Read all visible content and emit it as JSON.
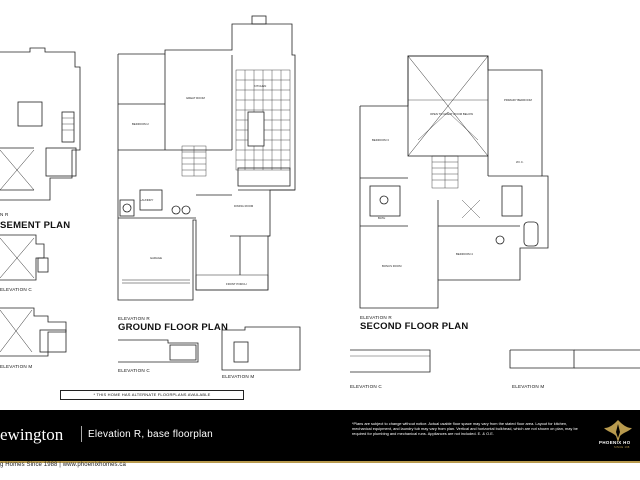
{
  "plans": {
    "basement_title": "SEMENT PLAN",
    "basement_elev": "N R",
    "ground_title": "GROUND FLOOR PLAN",
    "ground_elev": "ELEVATION R",
    "second_title": "SECOND FLOOR PLAN",
    "second_elev": "ELEVATION R"
  },
  "elevations": {
    "left_c": "ELEVATION C",
    "left_m": "ELEVATION M",
    "ground_c": "ELEVATION C",
    "ground_m": "ELEVATION M",
    "second_c": "ELEVATION C",
    "second_m": "ELEVATION M"
  },
  "note": "* THIS HOME HAS ALTERNATE FLOORPLANS AVAILABLE",
  "rooms": {
    "great_room": "GREAT ROOM",
    "dining_room": "DINING ROOM",
    "garage": "GARAGE",
    "front_porch": "FRONT PORCH",
    "kitchen": "KITCHEN",
    "laundry": "LAUNDRY",
    "bedroom2": "BEDROOM 2",
    "bedroom3": "BEDROOM 3",
    "bedroom4": "BEDROOM 4",
    "primary": "PRIMARY BEDROOM",
    "bonus": "BONUS ROOM",
    "open_to_below": "OPEN TO GREAT ROOM BELOW",
    "bath": "BATH",
    "wic": "W.I.C."
  },
  "footer": {
    "model": "ewington",
    "subtitle": "Elevation R, base floorplan",
    "disclaimer": "*Plans are subject to change without notice. Actual usable floor space may vary from the stated floor area. Layout for kitchen, mechanical equipment, and laundry tub may vary from plan. Vertical and horizontal bulkhead, which are not shown on plan, may be required for plumbing and mechanical runs. Appliances are not included. E. & O.E.",
    "footline": "g Homes Since 1988 | www.phoenixhomes.ca",
    "logo": "PHOENIX HO",
    "logo_tag": "SINCE 198"
  },
  "colors": {
    "bar": "#000000",
    "gold": "#b89a4e",
    "line": "#222222"
  }
}
